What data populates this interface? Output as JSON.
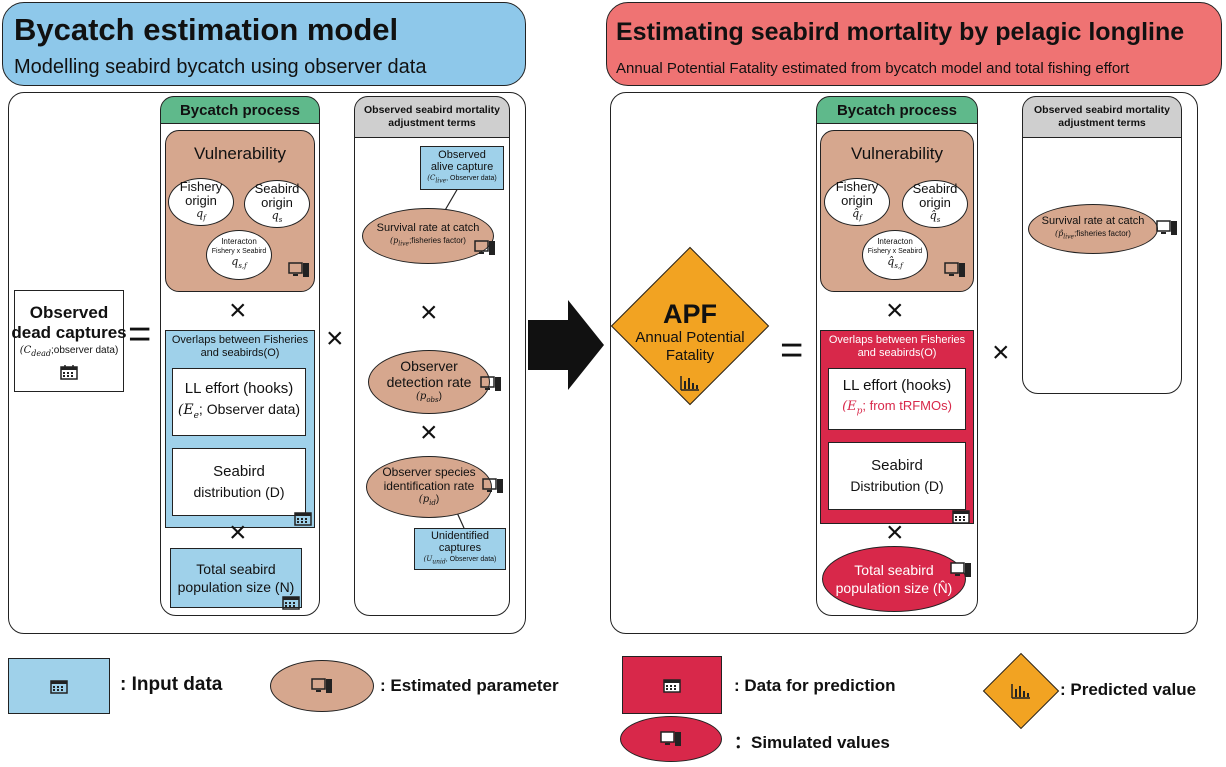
{
  "left": {
    "title": "Bycatch estimation model",
    "subtitle": "Modelling seabird bycatch using observer data",
    "observed_dead": {
      "l1": "Observed",
      "l2": "dead captures",
      "sub": "(C",
      "sub_var": "dead",
      "sub_rest": ";observer data)"
    },
    "bycatch_process": "Bycatch process",
    "vulnerability": "Vulnerability",
    "fishery_origin": {
      "l1": "Fishery",
      "l2": "origin",
      "var": "q",
      "idx": "f"
    },
    "seabird_origin": {
      "l1": "Seabird",
      "l2": "origin",
      "var": "q",
      "idx": "s"
    },
    "interaction": {
      "l1": "Interacton",
      "l2": "Fishery x Seabird",
      "var": "q",
      "idx": "s,f"
    },
    "overlaps": "Overlaps between Fisheries and seabirds(O)",
    "ll_effort": {
      "l1": "LL effort (hooks)",
      "l2": "(E",
      "var": "e",
      "rest": "; Observer data)"
    },
    "seabird_dist": {
      "l1": "Seabird",
      "l2": "distribution (D)"
    },
    "total_pop": {
      "l1": "Total seabird",
      "l2": "population size (N)"
    },
    "adjust_header": "Observed seabird mortality adjustment terms",
    "alive_capture": {
      "l1": "Observed",
      "l2": "alive capture",
      "l3": "(C",
      "var": "live",
      "rest": ", Observer data)"
    },
    "survival": {
      "l1": "Survival rate at catch",
      "l2": "(p",
      "var": "live",
      "rest": ";fisheries factor)"
    },
    "detection": {
      "l1": "Observer",
      "l2": "detection rate",
      "l3": "(p",
      "var": "obs",
      "rest": ")"
    },
    "species_id": {
      "l1": "Observer species",
      "l2": "identification rate",
      "l3": "(p",
      "var": "id",
      "rest": ")"
    },
    "unidentified": {
      "l1": "Unidentified",
      "l2": "captures",
      "l3": "(U",
      "var": "unid",
      "rest": ", Observer data)"
    }
  },
  "right": {
    "title": "Estimating seabird mortality by pelagic longline",
    "subtitle": "Annual Potential Fatality estimated from bycatch model and total fishing effort",
    "apf": "APF",
    "apf_l1": "Annual Potential",
    "apf_l2": "Fatality",
    "bycatch_process": "Bycatch process",
    "vulnerability": "Vulnerability",
    "fishery_origin": {
      "l1": "Fishery",
      "l2": "origin",
      "var": "q̂",
      "idx": "f"
    },
    "seabird_origin": {
      "l1": "Seabird",
      "l2": "origin",
      "var": "q̂",
      "idx": "s"
    },
    "interaction": {
      "l1": "Interacton",
      "l2": "Fishery x Seabird",
      "var": "q̂",
      "idx": "s,f"
    },
    "overlaps": "Overlaps between Fisheries and seabirds(O)",
    "ll_effort": {
      "l1": "LL effort (hooks)",
      "l2": "(E",
      "var": "p",
      "rest": "; from tRFMOs)"
    },
    "seabird_dist": {
      "l1": "Seabird",
      "l2": "Distribution (D)"
    },
    "total_pop": {
      "l1": "Total seabird",
      "l2": "population size (N̂)"
    },
    "adjust_header": "Observed seabird mortality adjustment terms",
    "survival": {
      "l1": "Survival rate at catch",
      "l2": "(p̂",
      "var": "live",
      "rest": ";fisheries factor)"
    }
  },
  "legend": {
    "input": ": Input data",
    "estimated": ": Estimated parameter",
    "prediction": ": Data for prediction",
    "simulated": "：Simulated values",
    "predicted": ": Predicted value"
  },
  "symbols": {
    "times": "×",
    "equals": "="
  },
  "colors": {
    "input": "#9fd1ea",
    "estimated": "#d6a78e",
    "prediction": "#d8284a",
    "predicted": "#f2a322",
    "bycatch": "#5fb98b",
    "header_left": "#8ec8ea",
    "header_right": "#ef7373"
  }
}
